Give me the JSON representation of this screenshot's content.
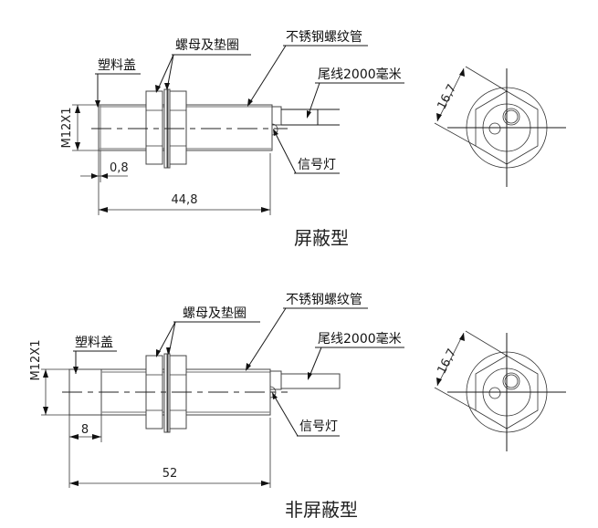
{
  "diagrams": [
    {
      "title": "屏蔽型",
      "labels": {
        "plastic_cap": "塑料盖",
        "nut_washer": "螺母及垫圈",
        "stainless_tube": "不锈钢螺纹管",
        "cable": "尾线2000毫米",
        "indicator": "信号灯"
      },
      "dimensions": {
        "thread": "M12X1",
        "cap_offset": "0,8",
        "length": "44,8",
        "hex": "16,7"
      }
    },
    {
      "title": "非屏蔽型",
      "labels": {
        "plastic_cap": "塑料盖",
        "nut_washer": "螺母及垫圈",
        "stainless_tube": "不锈钢螺纹管",
        "cable": "尾线2000毫米",
        "indicator": "信号灯"
      },
      "dimensions": {
        "thread": "M12X1",
        "cap_offset": "8",
        "length": "52",
        "hex": "16,7"
      }
    }
  ]
}
